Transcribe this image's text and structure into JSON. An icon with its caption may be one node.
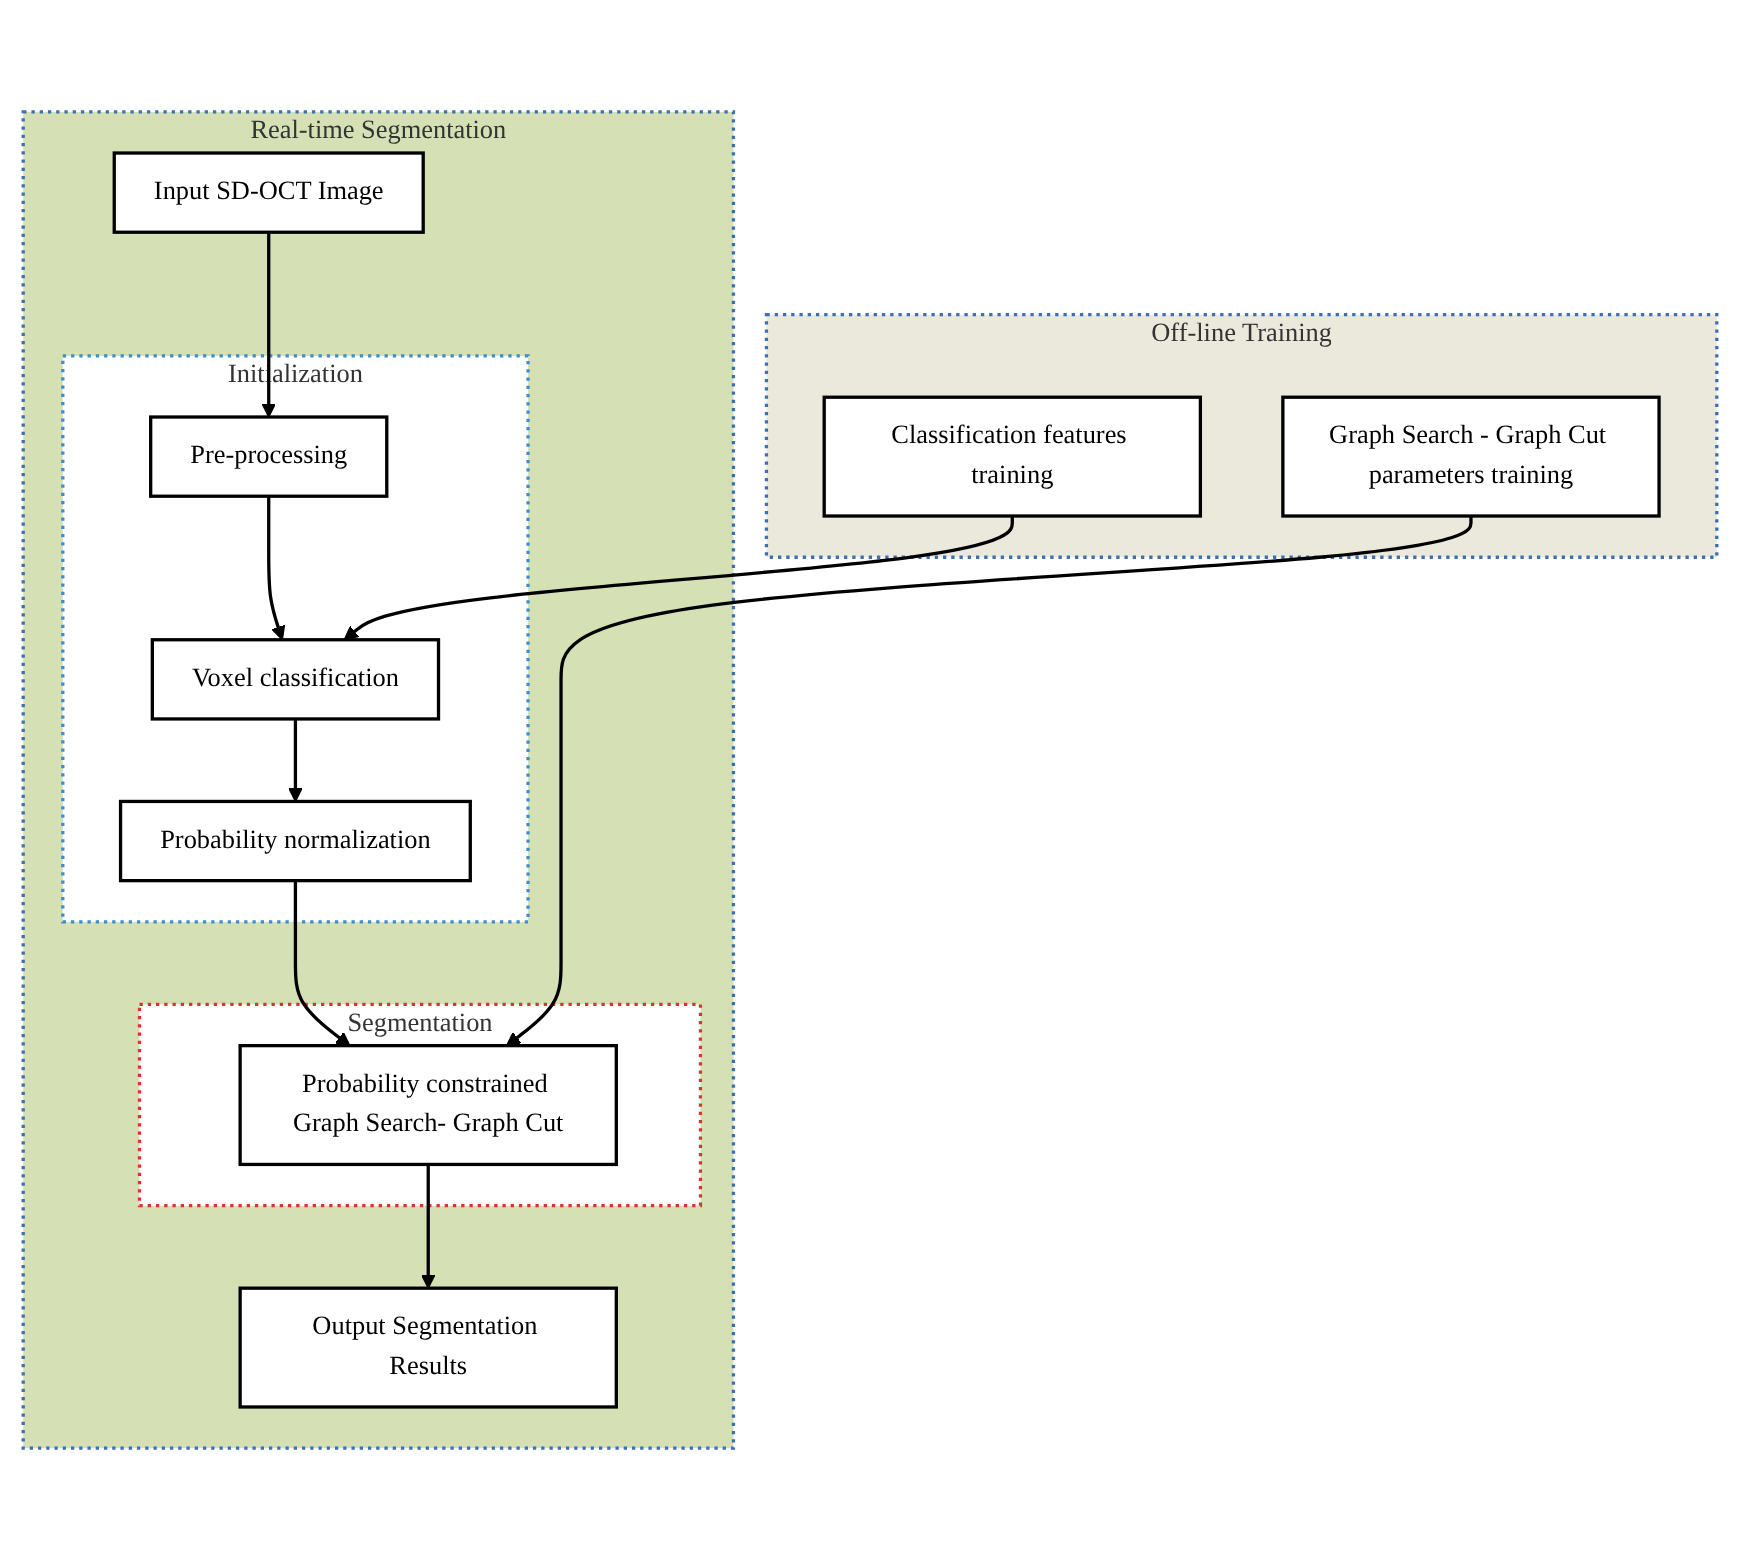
{
  "diagram": {
    "nodes": [
      {
        "text": [
          "Off-line Training"
        ]
      },
      {
        "text": [
          "Classification features training"
        ],
        "in": 0
      },
      {
        "text": [
          "Graph Search - Graph Cut parameters training"
        ],
        "in": 0
      },
      {
        "text": [
          "Real-time Segmentation"
        ]
      },
      {
        "text": [
          "Input SD-OCT Image"
        ],
        "in": 3
      },
      {
        "text": [
          "Initialization"
        ],
        "in": 3
      },
      {
        "text": [
          "Pre-processing"
        ],
        "in": 5
      },
      {
        "text": [
          "Voxel classification"
        ],
        "in": 5
      },
      {
        "text": [
          "Probability normalization"
        ],
        "in": 5
      },
      {
        "text": [
          "Segmentation"
        ],
        "in": 3
      },
      {
        "text": [
          "Probability constrained Graph Search- Graph Cut"
        ],
        "in": 9
      },
      {
        "text": [
          "Output Segmentation Results"
        ],
        "in": 3
      }
    ],
    "edges": [
      {
        "from": 4,
        "to": 6,
        "arrow": "to"
      },
      {
        "from": 6,
        "to": 7,
        "arrow": "to"
      },
      {
        "from": 7,
        "to": 8,
        "arrow": "to"
      },
      {
        "from": 8,
        "to": 10,
        "arrow": "to"
      },
      {
        "from": 1,
        "to": 7,
        "arrow": "to"
      },
      {
        "from": 2,
        "to": 10,
        "arrow": "to"
      },
      {
        "from": 10,
        "to": 11,
        "arrow": "to"
      }
    ]
  }
}
